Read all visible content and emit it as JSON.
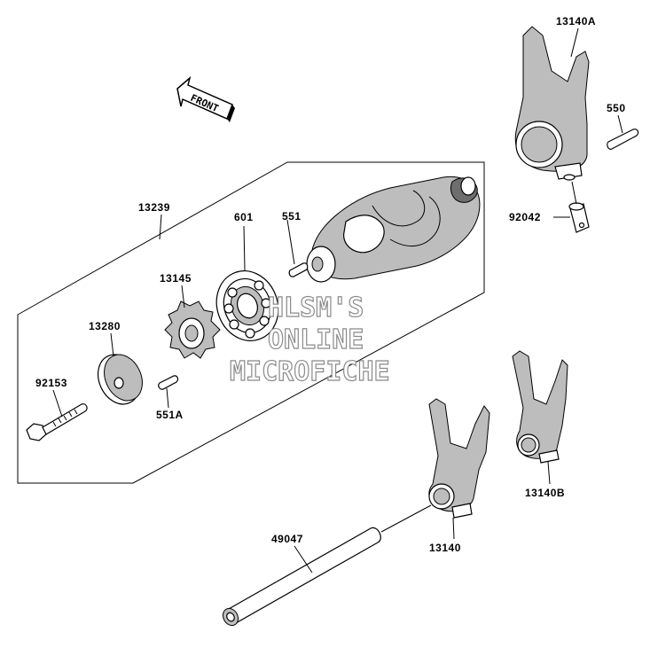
{
  "front_indicator": {
    "label": "FRONT"
  },
  "watermark": {
    "line1": "HLSM'S",
    "line2": "ONLINE",
    "line3": "MICROFICHE"
  },
  "parts": {
    "p13140A": "13140A",
    "p550": "550",
    "p92042": "92042",
    "p13239": "13239",
    "p601": "601",
    "p551": "551",
    "p13145": "13145",
    "p13280": "13280",
    "p92153": "92153",
    "p551A": "551A",
    "p13140B": "13140B",
    "p13140": "13140",
    "p49047": "49047"
  }
}
